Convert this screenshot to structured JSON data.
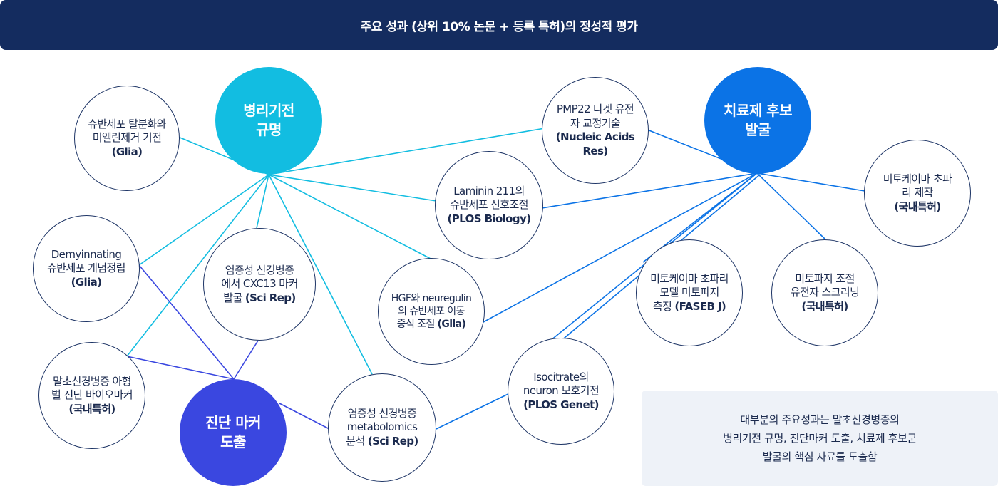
{
  "header": {
    "title": "주요 성과 (상위 10% 논문 + 등록 특허)의 정성적 평가"
  },
  "colors": {
    "header_bg": "#142c5f",
    "pathology": "#12bde1",
    "therapy": "#0b73e6",
    "diagnosis": "#3a47e0"
  },
  "hubs": {
    "pathology": {
      "lines": [
        "병리기전",
        "규명"
      ]
    },
    "therapy": {
      "lines": [
        "치료제 후보",
        "발굴"
      ]
    },
    "diagnosis": {
      "lines": [
        "진단 마커",
        "도출"
      ]
    }
  },
  "nodes": {
    "glia_dediff": {
      "lines": [
        "슈반세포 탈분화와",
        "미엘린제거 기전"
      ],
      "source": "(Glia)"
    },
    "demyelinating": {
      "lines": [
        "Demyinnating",
        "슈반세포 개념정립"
      ],
      "source": "(Glia)"
    },
    "cxc13": {
      "lines": [
        "염증성 신경병증",
        "에서 CXC13 마커"
      ],
      "source_prefix": "발굴 ",
      "source": "(Sci Rep)"
    },
    "biomarker": {
      "lines": [
        "말초신경병증 아형",
        "별 진단 바이오마커"
      ],
      "source": "(국내특허)"
    },
    "metabolomics": {
      "lines": [
        "염증성 신경병증",
        "metabolomics"
      ],
      "source_prefix": "분석 ",
      "source": "(Sci Rep)"
    },
    "hgf": {
      "lines": [
        "HGF와 neuregulin",
        "의 슈반세포 이동"
      ],
      "source_prefix": "증식 조절 ",
      "source": "(Glia)"
    },
    "laminin": {
      "lines": [
        "Laminin 211의",
        "슈반세포 신호조절"
      ],
      "source": "(PLOS Biology)"
    },
    "pmp22": {
      "lines": [
        "PMP22 타겟 유전",
        "자 교정기술"
      ],
      "source": "(Nucleic Acids Res)"
    },
    "mito_model": {
      "lines": [
        "미토케이마 초파리",
        "모델 미토파지"
      ],
      "source_prefix": "측정 ",
      "source": "(FASEB J)"
    },
    "isocitrate": {
      "lines": [
        "Isocitrate의",
        "neuron 보호기전"
      ],
      "source": "(PLOS Genet)"
    },
    "mitophagy_screen": {
      "lines": [
        "미토파지 조절",
        "유전자 스크리닝"
      ],
      "source": "(국내특허)"
    },
    "mito_fly": {
      "lines": [
        "미토케이마 초파",
        "리 제작"
      ],
      "source": "(국내특허)"
    }
  },
  "summary": {
    "lines": [
      "대부분의 주요성과는 말초신경병증의",
      "병리기전 규명, 진단마커 도출, 치료제 후보군",
      "발굴의 핵심 자료를 도출함"
    ]
  }
}
